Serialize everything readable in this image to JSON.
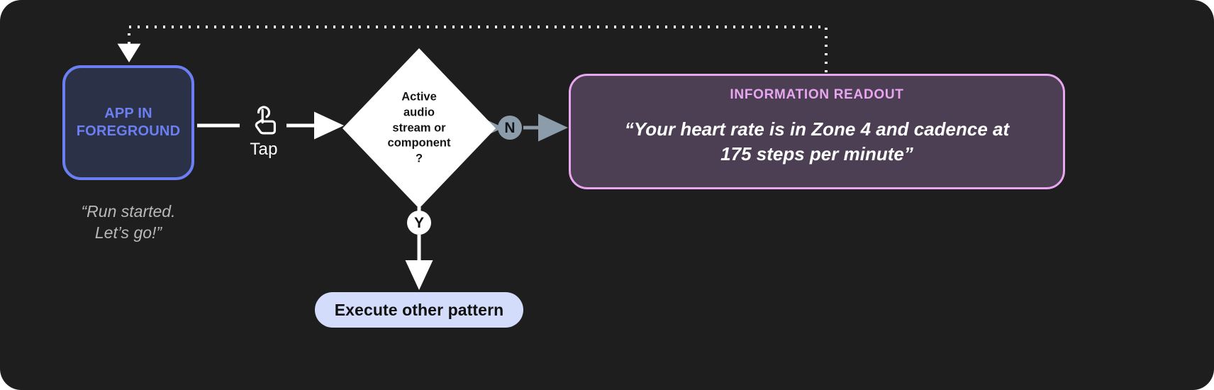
{
  "canvas": {
    "background": "#1e1e1e"
  },
  "app_node": {
    "label": "APP IN\nFOREGROUND",
    "border_color": "#6c7ff2",
    "fill_color": "#2b3146",
    "text_color": "#6c7ff2",
    "caption": "“Run started.\nLet’s go!”"
  },
  "tap": {
    "icon": "tap-gesture-icon",
    "label": "Tap"
  },
  "decision": {
    "text": "Active\naudio\nstream or\ncomponent\n?",
    "fill_color": "#ffffff",
    "text_color": "#151515",
    "branches": {
      "no": {
        "badge": "N",
        "badge_color": "#8c9cab",
        "badge_text_color": "#111418"
      },
      "yes": {
        "badge": "Y",
        "badge_color": "#ffffff",
        "badge_text_color": "#111111"
      }
    }
  },
  "readout": {
    "title": "INFORMATION READOUT",
    "body": "“Your heart rate is in Zone 4 and cadence at\n175 steps per minute”",
    "border_color": "#e9a6f0",
    "fill_color": "#4c3f53",
    "title_color": "#e9a6f0",
    "body_color": "#ffffff"
  },
  "pill": {
    "label": "Execute other pattern",
    "fill_color": "#d3ddfb",
    "text_color": "#101010"
  },
  "connectors": {
    "app_to_tap": "solid-arrow-right",
    "tap_to_decision": "solid-arrow-right",
    "decision_no_to_readout": "gray-arrow-right",
    "decision_yes_to_pill": "solid-arrow-down",
    "readout_feedback_to_app": "dotted-arrow-loop",
    "solid_color": "#ffffff",
    "gray_color": "#8c9cab",
    "dotted_color": "#ffffff"
  }
}
